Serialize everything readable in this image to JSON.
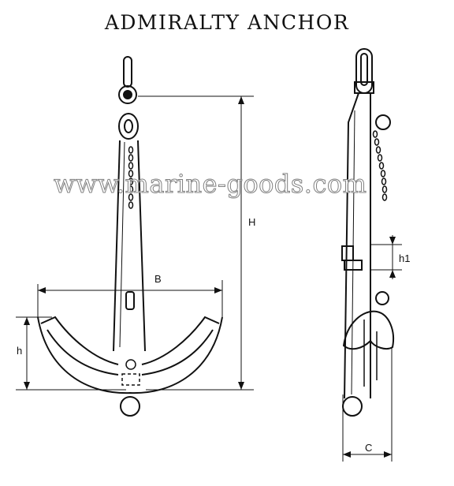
{
  "diagram": {
    "title": "ADMIRALTY ANCHOR",
    "watermark": "www.marine-goods.com",
    "labels": {
      "H": "H",
      "B": "B",
      "h": "h",
      "h1": "h1",
      "C": "C"
    }
  }
}
